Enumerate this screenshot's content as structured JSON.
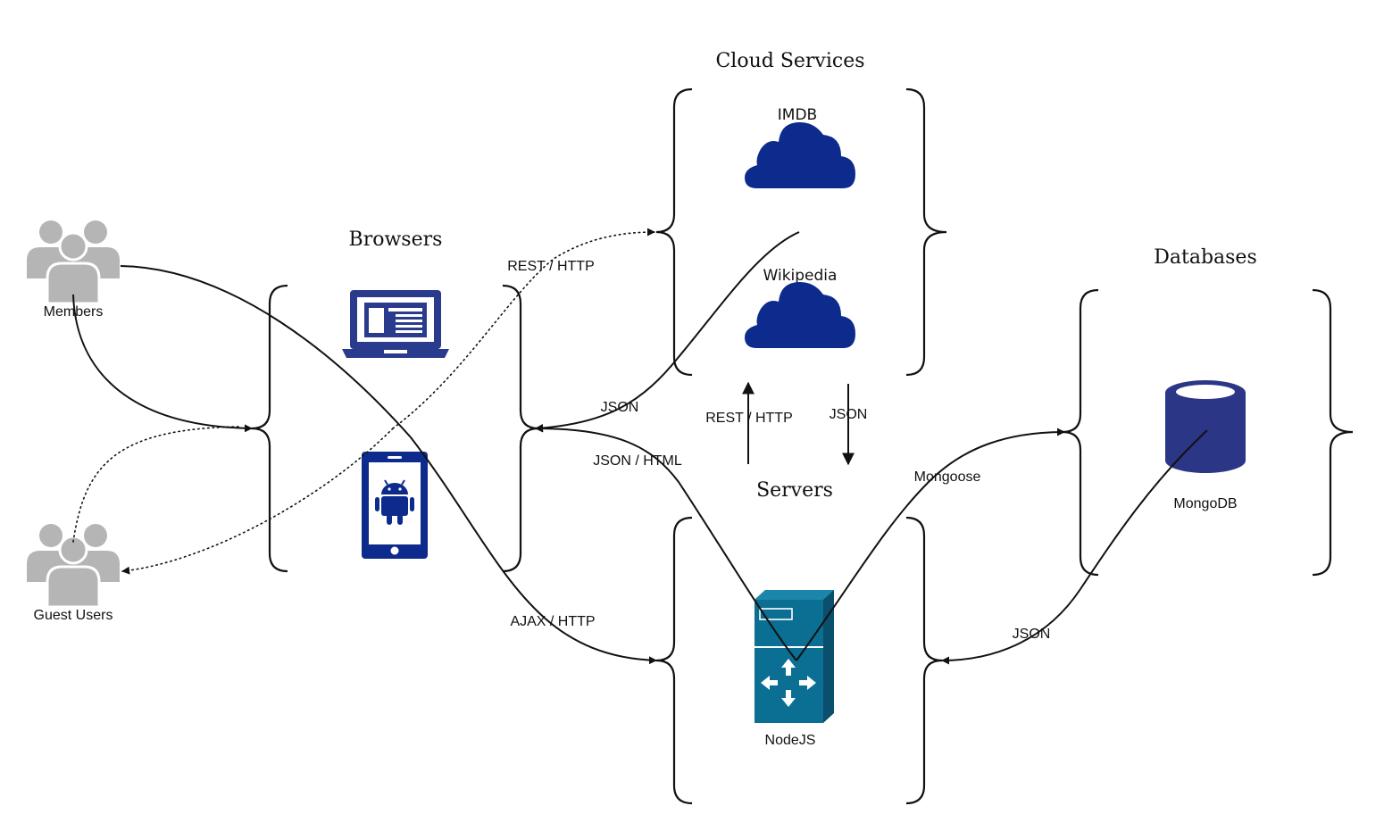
{
  "groups": {
    "cloud": "Cloud Services",
    "browsers": "Browsers",
    "servers": "Servers",
    "databases": "Databases"
  },
  "nodes": {
    "members": "Members",
    "guests": "Guest Users",
    "imdb": "IMDB",
    "wikipedia": "Wikipedia",
    "nodejs": "NodeJS",
    "mongodb": "MongoDB"
  },
  "edges": {
    "rest_http_top": "REST / HTTP",
    "json_left": "JSON",
    "json_html": "JSON / HTML",
    "rest_http_mid": "REST / HTTP",
    "json_mid": "JSON",
    "mongoose": "Mongoose",
    "ajax_http": "AJAX / HTTP",
    "json_right": "JSON"
  },
  "colors": {
    "brand_navy": "#0d2b8c",
    "device_navy": "#2a3a8c",
    "server_teal": "#0b6e93",
    "db_navy": "#2b3686",
    "user_grey": "#b5b5b5",
    "line": "#111111"
  },
  "icons": {
    "members": "user-group-icon",
    "guests": "user-group-icon",
    "laptop": "laptop-icon",
    "phone": "android-phone-icon",
    "imdb": "cloud-icon",
    "wikipedia": "cloud-icon",
    "nodejs": "server-router-icon",
    "mongodb": "database-cylinder-icon"
  }
}
